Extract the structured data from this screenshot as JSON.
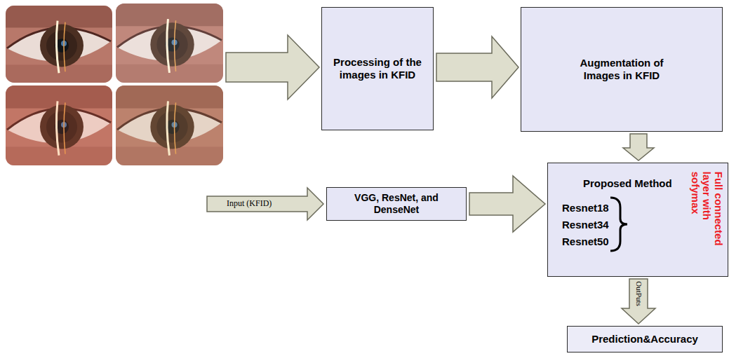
{
  "diagram": {
    "nodes": [
      {
        "text": [
          "Processing of the images in KFID"
        ]
      },
      {
        "text": [
          "Augmentation of Images in KFID"
        ]
      },
      {
        "text": [
          "VGG, ResNet, and DenseNet"
        ]
      },
      {
        "text": [
          "Proposed Method",
          "Resnet18",
          "Resnet34",
          "Resnet50",
          "Full connected layer with sofymax"
        ]
      },
      {
        "text": [
          "Prediction&Accuracy"
        ]
      }
    ],
    "edges": [
      {
        "from": 0,
        "to": 1,
        "arrow": "to"
      },
      {
        "from": 1,
        "to": 3,
        "arrow": "to"
      },
      {
        "from": 2,
        "to": 3,
        "arrow": "to"
      },
      {
        "from": 3,
        "to": 4,
        "label": "OutPuts",
        "arrow": "to"
      }
    ],
    "labels": [
      "Input (KFID)"
    ]
  }
}
